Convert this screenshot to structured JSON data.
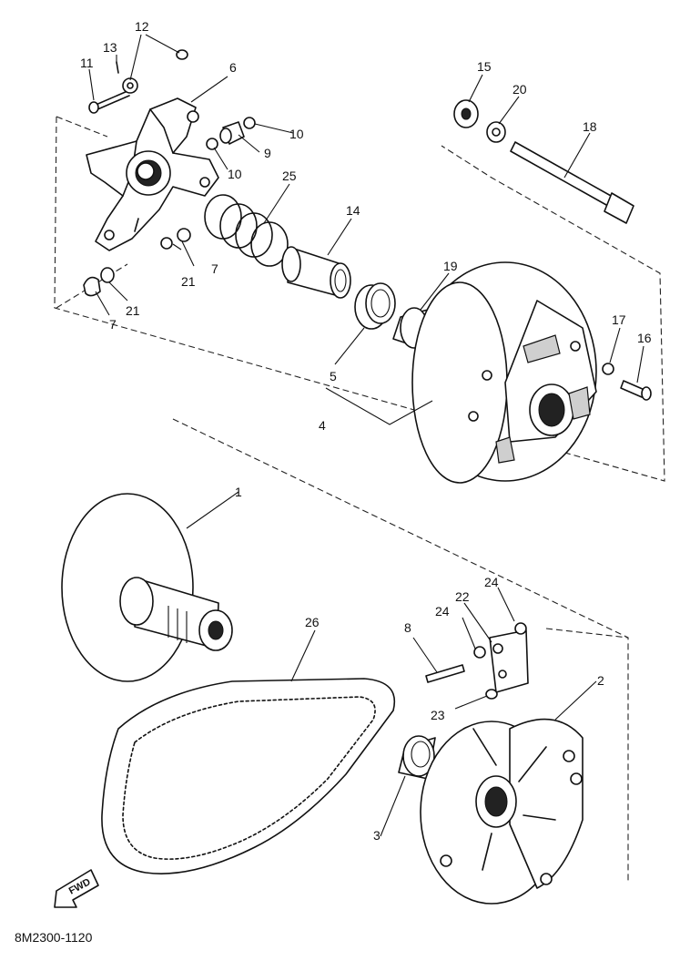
{
  "diagram": {
    "code": "8M2300-1120",
    "fwd_label": "FWD",
    "callouts": {
      "c1": "1",
      "c2": "2",
      "c3": "3",
      "c4": "4",
      "c5": "5",
      "c6": "6",
      "c7a": "7",
      "c7b": "7",
      "c8": "8",
      "c9": "9",
      "c10a": "10",
      "c10b": "10",
      "c11": "11",
      "c12": "12",
      "c13": "13",
      "c14": "14",
      "c15": "15",
      "c16": "16",
      "c17": "17",
      "c18": "18",
      "c19": "19",
      "c20": "20",
      "c21a": "21",
      "c21b": "21",
      "c22": "22",
      "c23": "23",
      "c24a": "24",
      "c24b": "24",
      "c25": "25",
      "c26": "26"
    }
  }
}
